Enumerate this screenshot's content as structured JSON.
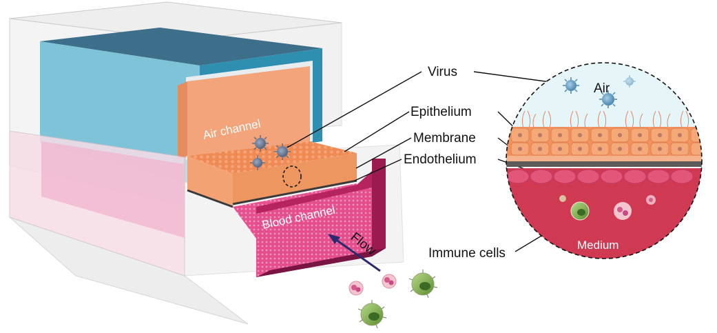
{
  "figure": {
    "chip_labels": {
      "air_channel": "Air channel",
      "blood_channel": "Blood channel",
      "flow": "Flow"
    },
    "callout_labels": {
      "virus": "Virus",
      "epithelium": "Epithelium",
      "membrane": "Membrane",
      "endothelium": "Endothelium",
      "immune_cells": "Immune cells"
    },
    "inset_labels": {
      "air": "Air",
      "medium": "Medium"
    },
    "colors": {
      "air_channel": "#f4a47a",
      "blue_housing": "#4fa6c2",
      "blood_channel": "#d83c86",
      "epithelium": "#f2935f",
      "medium": "#cf3a52",
      "air_inset": "#e6f5f8",
      "flow_arrow": "#2b2a6e"
    }
  }
}
